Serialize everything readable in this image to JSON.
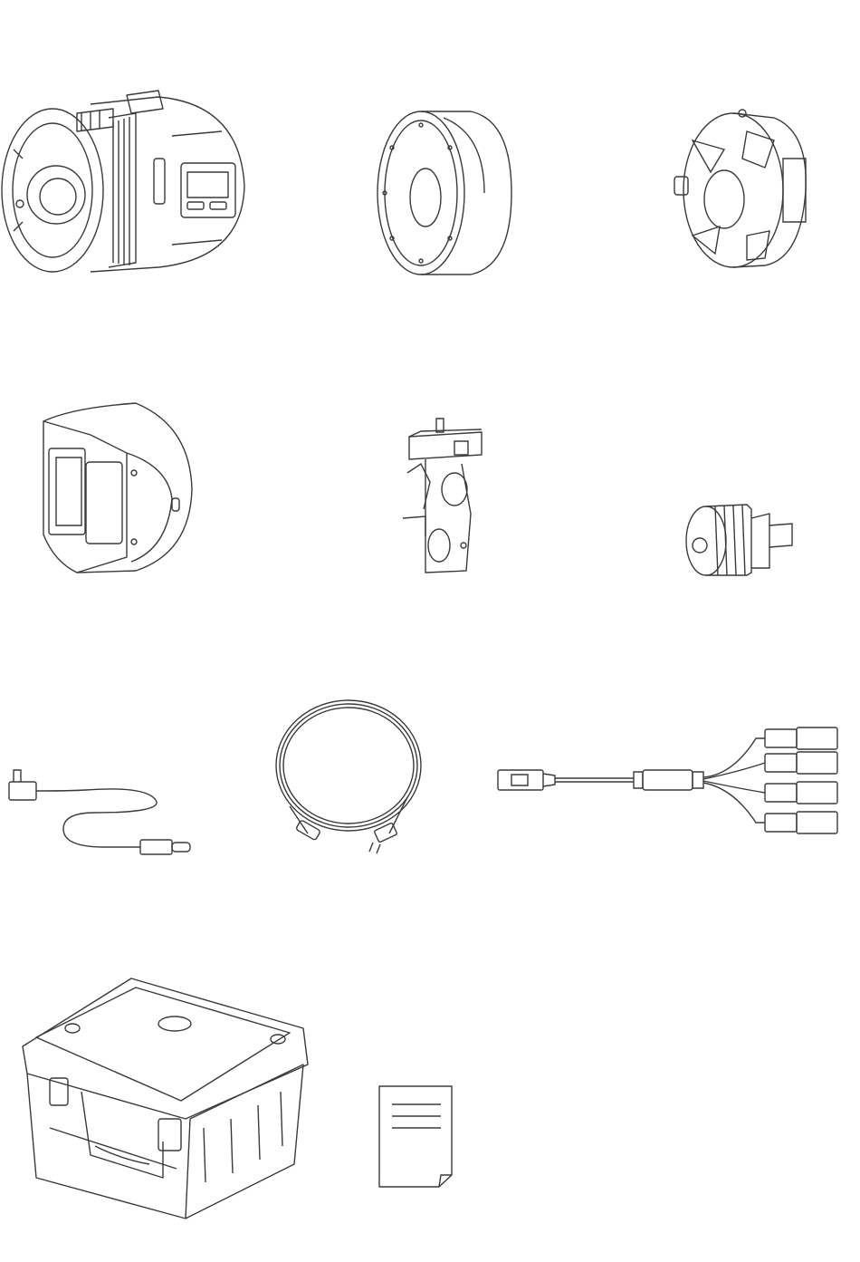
{
  "colors": {
    "stroke": "#3a3a3a",
    "background": "#ffffff"
  },
  "items": [
    {
      "id": "light-head",
      "icon": "light-head-icon"
    },
    {
      "id": "fresnel-cap",
      "icon": "fresnel-cap-icon"
    },
    {
      "id": "reflector-adapter",
      "icon": "reflector-adapter-icon"
    },
    {
      "id": "battery-grip",
      "icon": "battery-grip-icon"
    },
    {
      "id": "bracket-mount",
      "icon": "bracket-mount-icon"
    },
    {
      "id": "screw-adapter",
      "icon": "screw-adapter-icon"
    },
    {
      "id": "usb-c-cable",
      "icon": "usb-c-cable-icon"
    },
    {
      "id": "power-cord",
      "icon": "power-cord-icon"
    },
    {
      "id": "splitter-cable",
      "icon": "splitter-cable-icon"
    },
    {
      "id": "carrying-case",
      "icon": "carrying-case-icon"
    },
    {
      "id": "manual",
      "icon": "manual-icon"
    }
  ]
}
